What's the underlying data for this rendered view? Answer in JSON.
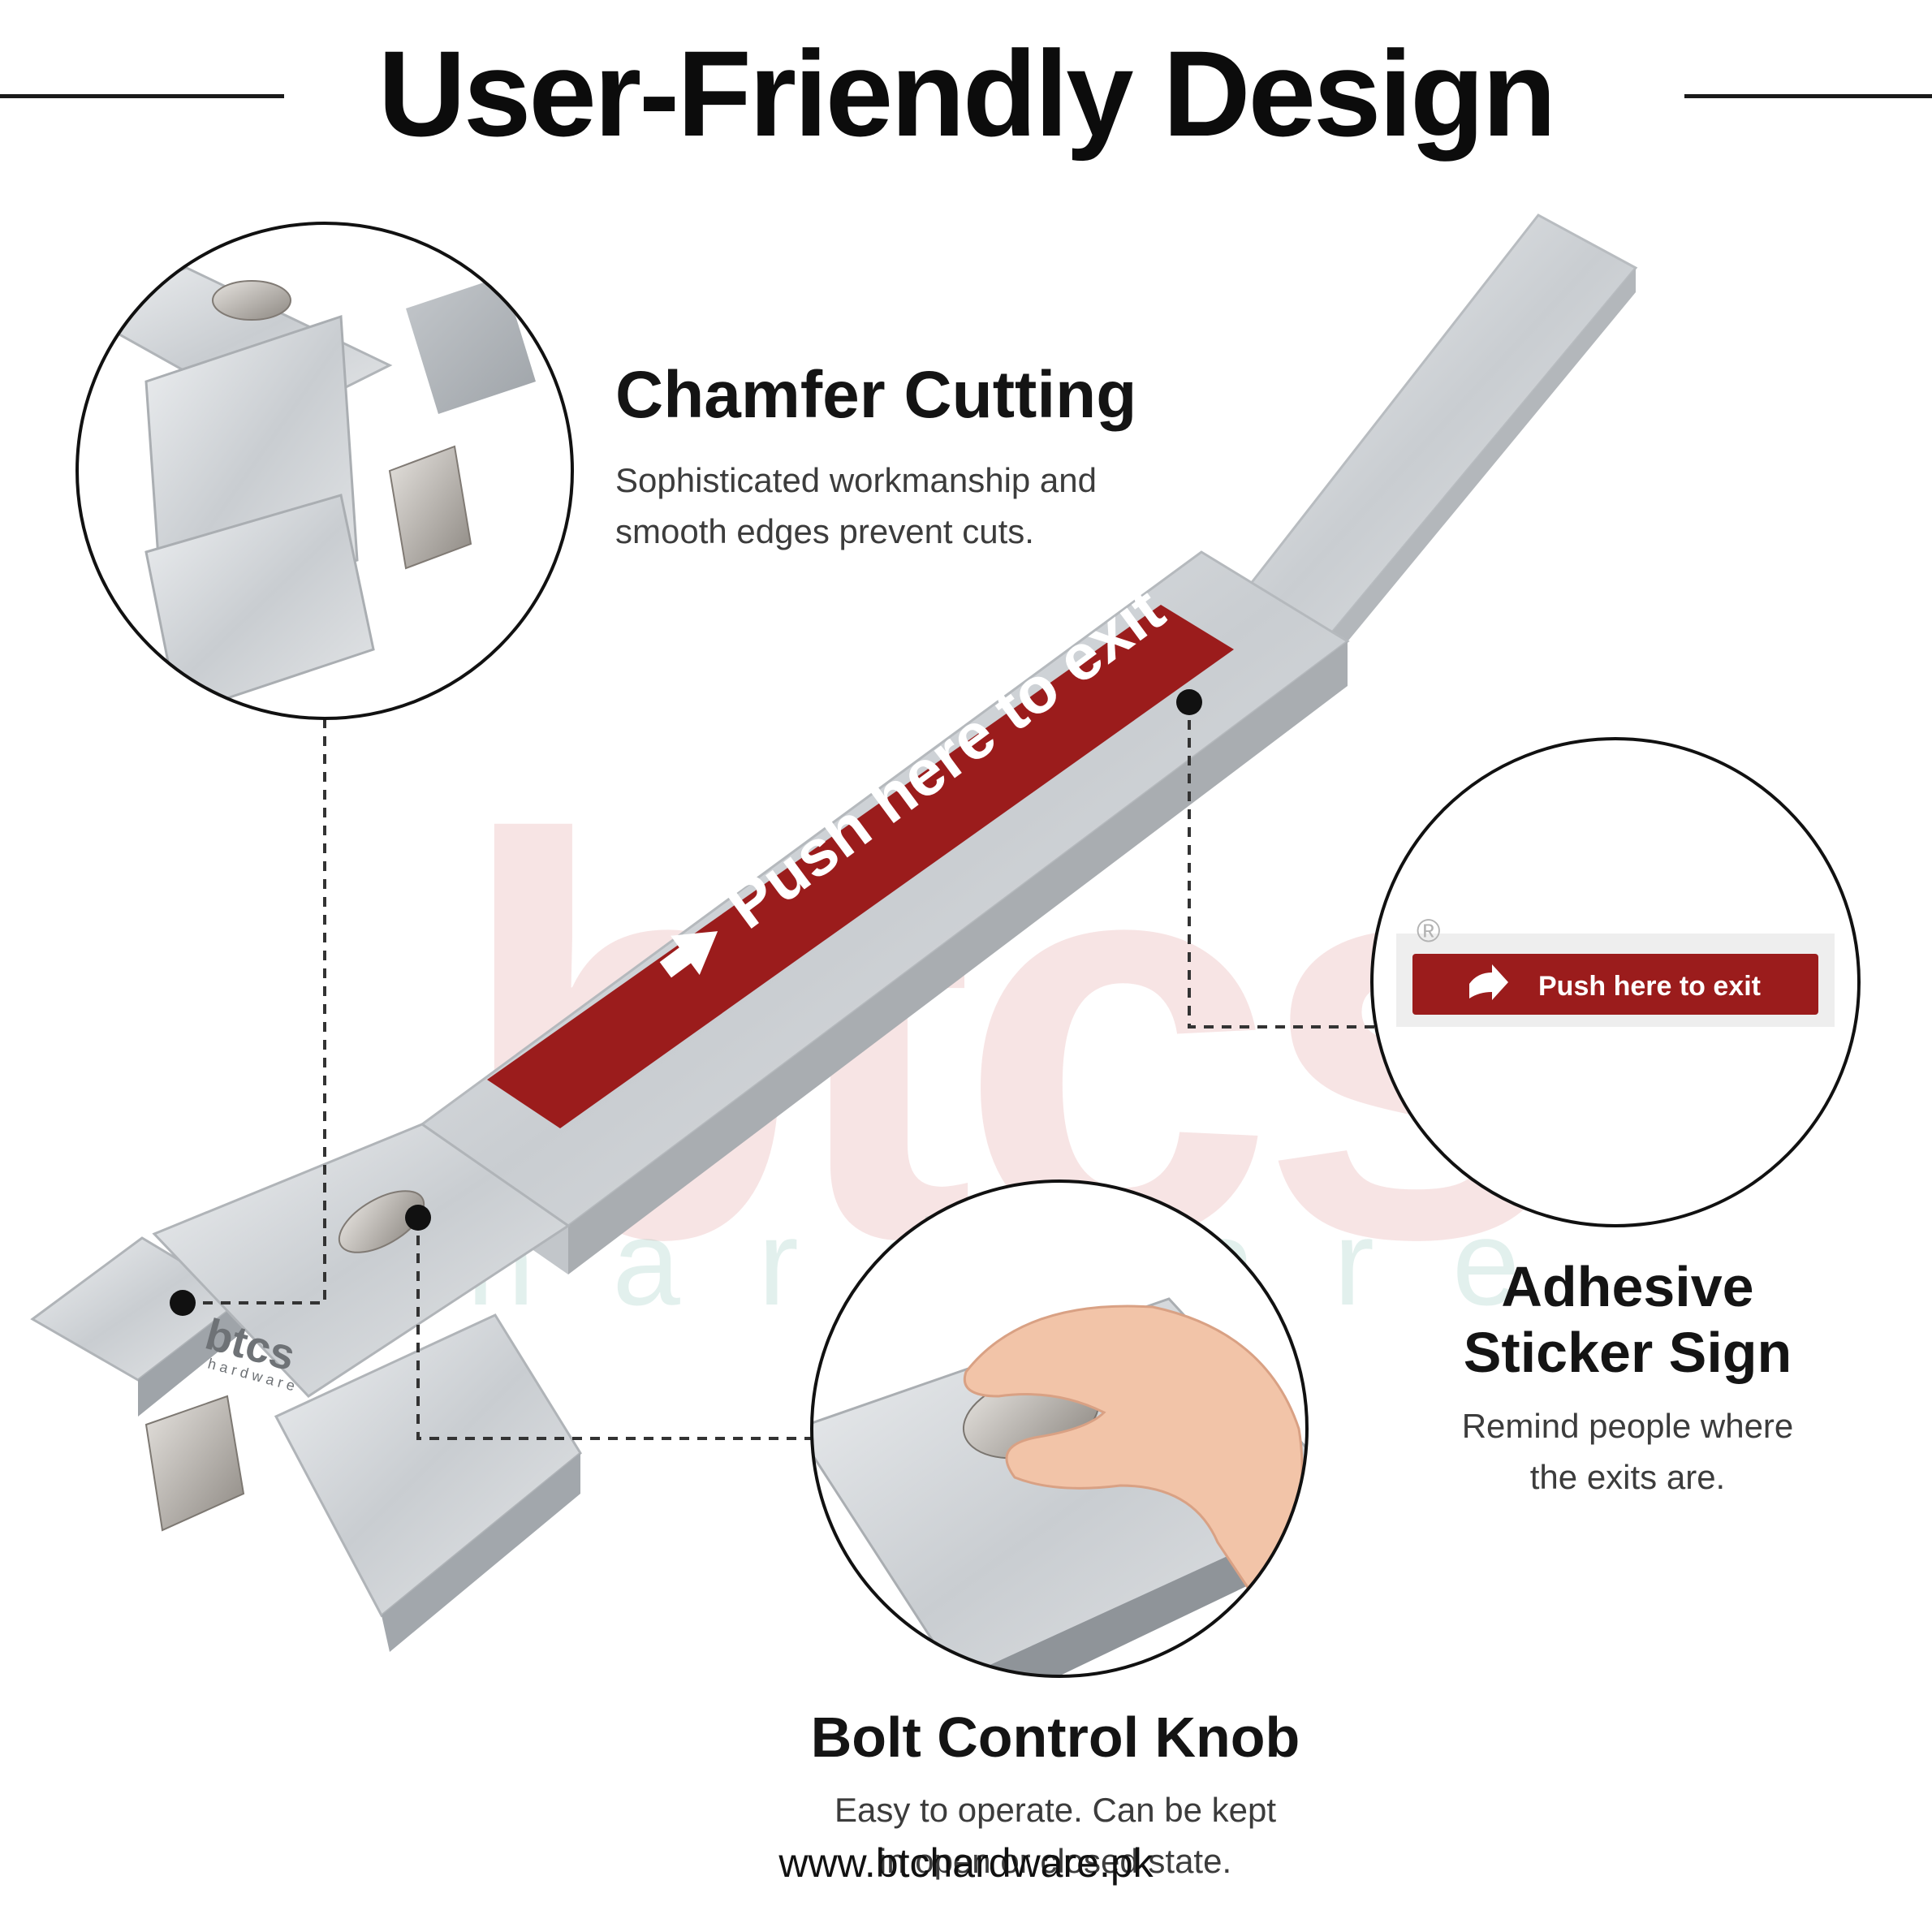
{
  "header": {
    "title": "User-Friendly Design"
  },
  "features": {
    "chamfer": {
      "title": "Chamfer Cutting",
      "desc_lines": [
        "Sophisticated workmanship and",
        "smooth edges prevent cuts."
      ]
    },
    "sticker": {
      "title_lines": [
        "Adhesive",
        "Sticker Sign"
      ],
      "desc_lines": [
        "Remind people where",
        "the exits are."
      ]
    },
    "knob": {
      "title": "Bolt Control Knob",
      "desc_lines": [
        "Easy to operate. Can be kept",
        "in open or closed state."
      ]
    }
  },
  "product": {
    "push_label": "Push here to exit",
    "zoom_label": "Push here to exit",
    "sticker_color": "#9b1c1c",
    "body_color": "#d2d5d8",
    "logo_text": "btcs",
    "logo_sub": "hardware"
  },
  "watermark": {
    "text": "btcs",
    "sub": "hardware",
    "mark": "®"
  },
  "footer": {
    "url": "www.btchardware.pk"
  }
}
